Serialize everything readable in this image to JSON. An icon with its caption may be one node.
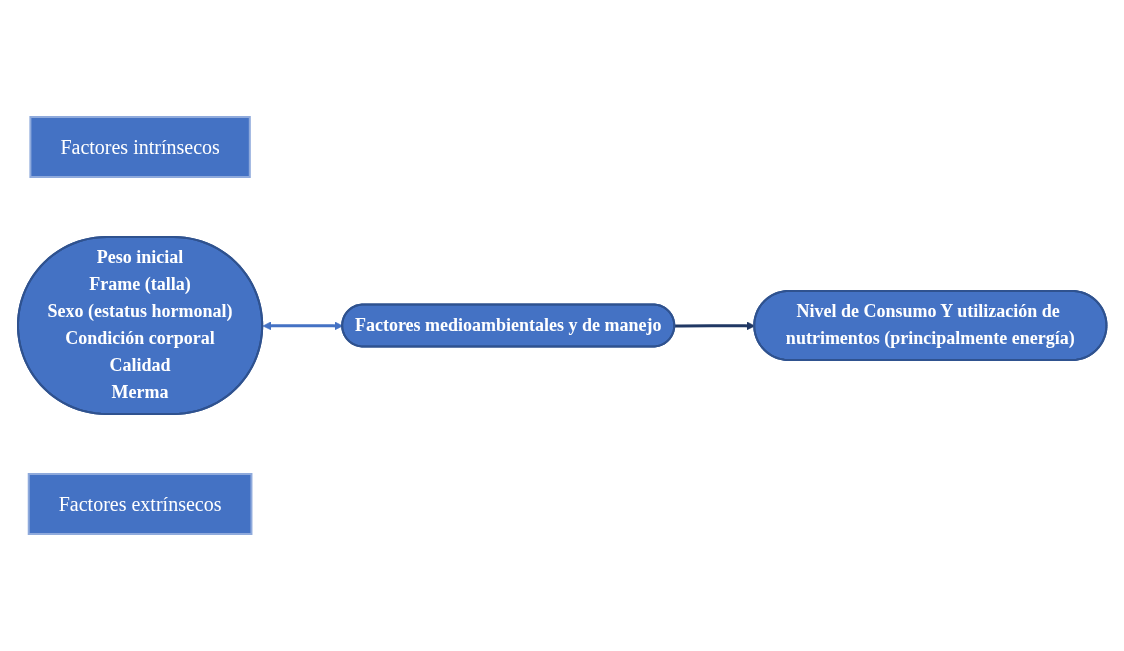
{
  "diagram": {
    "nodes": [
      {
        "text": [
          "Factores intrínsecos"
        ]
      },
      {
        "text": [
          "Peso inicial",
          "Frame (talla)",
          "Sexo (estatus hormonal)",
          "Condición corporal",
          "Calidad",
          "Merma"
        ]
      },
      {
        "text": [
          "Factores extrínsecos"
        ]
      },
      {
        "text": [
          "Factores medioambientales y de manejo"
        ]
      },
      {
        "text": [
          "Nivel de Consumo Y utilización de nutrimentos (principalmente energía)"
        ]
      }
    ],
    "edges": [
      {
        "from": 1,
        "to": 3,
        "arrow": "both"
      },
      {
        "from": 3,
        "to": 4,
        "arrow": "to",
        "color": "#203864"
      }
    ]
  }
}
